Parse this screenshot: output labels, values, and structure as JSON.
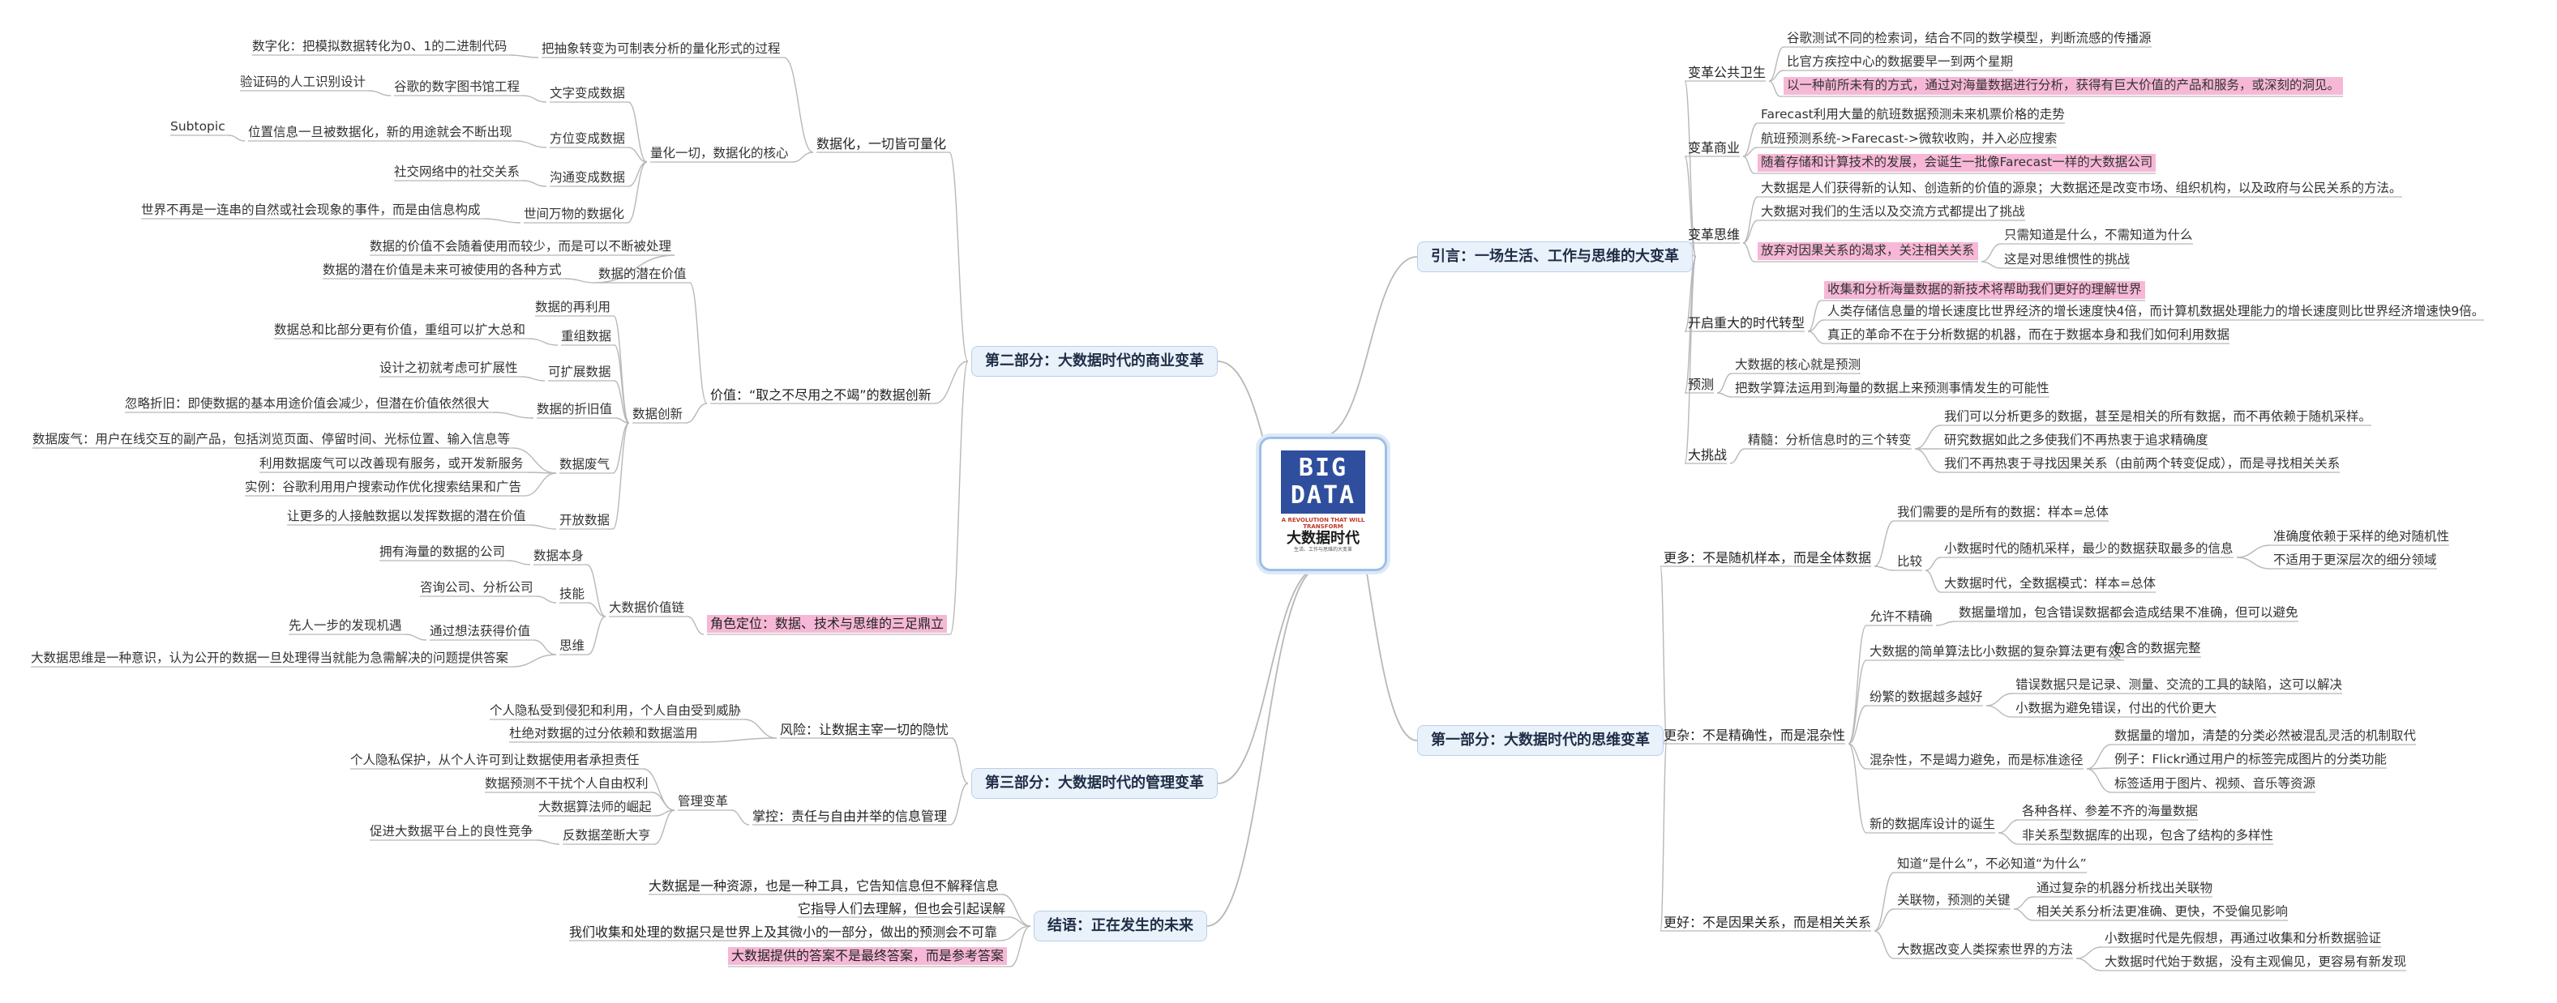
{
  "center": {
    "cover_big": "BIG DATA",
    "cover_tag": "A REVOLUTION THAT WILL TRANSFORM",
    "cover_title": "大数据时代",
    "cover_subtitle": "生活、工作与思维的大变革"
  },
  "main": {
    "intro": "引言：一场生活、工作与思维的大变革",
    "part1": "第一部分：大数据时代的思维变革",
    "part2": "第二部分：大数据时代的商业变革",
    "part3": "第三部分：大数据时代的管理变革",
    "ending": "结语：正在发生的未来"
  },
  "intro": {
    "health": "变革公共卫生",
    "health_1": "谷歌测试不同的检索词，结合不同的数学模型，判断流感的传播源",
    "health_2": "比官方疾控中心的数据要早一到两个星期",
    "health_3": "以一种前所未有的方式，通过对海量数据进行分析，获得有巨大价值的产品和服务，或深刻的洞见。",
    "business": "变革商业",
    "business_1": "Farecast利用大量的航班数据预测未来机票价格的走势",
    "business_2": "航班预测系统->Farecast->微软收购，并入必应搜索",
    "business_3": "随着存储和计算技术的发展，会诞生一批像Farecast一样的大数据公司",
    "thinking": "变革思维",
    "thinking_1": "大数据是人们获得新的认知、创造新的价值的源泉；大数据还是改变市场、组织机构，以及政府与公民关系的方法。",
    "thinking_2": "大数据对我们的生活以及交流方式都提出了挑战",
    "thinking_3": "放弃对因果关系的渴求，关注相关关系",
    "thinking_3a": "只需知道是什么，不需知道为什么",
    "thinking_3b": "这是对思维惯性的挑战",
    "era": "开启重大的时代转型",
    "era_1": "收集和分析海量数据的新技术将帮助我们更好的理解世界",
    "era_2": "人类存储信息量的增长速度比世界经济的增长速度快4倍，而计算机数据处理能力的增长速度则比世界经济增速快9倍。",
    "era_3": "真正的革命不在于分析数据的机器，而在于数据本身和我们如何利用数据",
    "predict": "预测",
    "predict_1": "大数据的核心就是预测",
    "predict_2": "把数学算法运用到海量的数据上来预测事情发生的可能性",
    "challenge": "大挑战",
    "challenge_sub": "精髓：分析信息时的三个转变",
    "challenge_1": "我们可以分析更多的数据，甚至是相关的所有数据，而不再依赖于随机采样。",
    "challenge_2": "研究数据如此之多使我们不再热衷于追求精确度",
    "challenge_3": "我们不再热衷于寻找因果关系（由前两个转变促成），而是寻找相关关系"
  },
  "part1": {
    "more": "更多：不是随机样本，而是全体数据",
    "more_1": "我们需要的是所有的数据：样本=总体",
    "compare": "比较",
    "compare_1": "小数据时代的随机采样，最少的数据获取最多的信息",
    "compare_1a": "准确度依赖于采样的绝对随机性",
    "compare_1b": "不适用于更深层次的细分领域",
    "compare_2": "大数据时代，全数据模式：样本=总体",
    "messy": "更杂：不是精确性，而是混杂性",
    "allow": "允许不精确",
    "allow_1": "数据量增加，包含错误数据都会造成结果不准确，但可以避免",
    "simple": "大数据的简单算法比小数据的复杂算法更有效",
    "simple_1": "包含的数据完整",
    "worse": "纷繁的数据越多越好",
    "worse_1": "错误数据只是记录、测量、交流的工具的缺陷，这可以解决",
    "worse_2": "小数据为避免错误，付出的代价更大",
    "mixed": "混杂性，不是竭力避免，而是标准途径",
    "mixed_1": "数据量的增加，清楚的分类必然被混乱灵活的机制取代",
    "mixed_2": "例子：Flickr通过用户的标签完成图片的分类功能",
    "mixed_3": "标签适用于图片、视频、音乐等资源",
    "db": "新的数据库设计的诞生",
    "db_1": "各种各样、参差不齐的海量数据",
    "db_2": "非关系型数据库的出现，包含了结构的多样性",
    "better": "更好：不是因果关系，而是相关关系",
    "better_1": "知道“是什么”，不必知道“为什么”",
    "key": "关联物，预测的关键",
    "key_1": "通过复杂的机器分析找出关联物",
    "key_2": "相关关系分析法更准确、更快，不受偏见影响",
    "change": "大数据改变人类探索世界的方法",
    "change_1": "小数据时代是先假想，再通过收集和分析数据验证",
    "change_2": "大数据时代始于数据，没有主观偏见，更容易有新发现"
  },
  "part2": {
    "quant": "数据化，一切皆可量化",
    "quant_sub": "把抽象转变为可制表分析的量化形式的过程",
    "quant_sub_1": "数字化：把模拟数据转化为0、1的二进制代码",
    "core": "量化一切，数据化的核心",
    "text": "文字变成数据",
    "text_1": "谷歌的数字图书馆工程",
    "text_1a": "验证码的人工识别设计",
    "pos": "方位变成数据",
    "pos_1": "位置信息一旦被数据化，新的用途就会不断出现",
    "pos_1a": "Subtopic",
    "comm": "沟通变成数据",
    "comm_1": "社交网络中的社交关系",
    "all": "世间万物的数据化",
    "all_1": "世界不再是一连串的自然或社会现象的事件，而是由信息构成",
    "value": "价值：“取之不尽用之不竭”的数据创新",
    "latent": "数据的潜在价值",
    "latent_1": "数据的价值不会随着使用而较少，而是可以不断被处理",
    "latent_2": "数据的潜在价值是未来可被使用的各种方式",
    "innov": "数据创新",
    "reuse": "数据的再利用",
    "recomb": "重组数据",
    "recomb_1": "数据总和比部分更有价值，重组可以扩大总和",
    "ext": "可扩展数据",
    "ext_1": "设计之初就考虑可扩展性",
    "dep": "数据的折旧值",
    "dep_1": "忽略折旧：即使数据的基本用途价值会减少，但潜在价值依然很大",
    "exhaust": "数据废气",
    "exhaust_1": "数据废气：用户在线交互的副产品，包括浏览页面、停留时间、光标位置、输入信息等",
    "exhaust_2": "利用数据废气可以改善现有服务，或开发新服务",
    "exhaust_3": "实例：谷歌利用用户搜索动作优化搜索结果和广告",
    "open": "开放数据",
    "open_1": "让更多的人接触数据以发挥数据的潜在价值",
    "role": "角色定位：数据、技术与思维的三足鼎立",
    "chain": "大数据价值链",
    "data": "数据本身",
    "data_1": "拥有海量的数据的公司",
    "skill": "技能",
    "skill_1": "咨询公司、分析公司",
    "mind": "思维",
    "mind_1": "通过想法获得价值",
    "mind_1a": "先人一步的发现机遇",
    "mind_2": "大数据思维是一种意识，认为公开的数据一旦处理得当就能为急需解决的问题提供答案"
  },
  "part3": {
    "risk": "风险：让数据主宰一切的隐忧",
    "risk_1": "个人隐私受到侵犯和利用，个人自由受到威胁",
    "risk_2": "杜绝对数据的过分依赖和数据滥用",
    "ctrl": "掌控：责任与自由并举的信息管理",
    "mgmt": "管理变革",
    "mgmt_1": "个人隐私保护，从个人许可到让数据使用者承担责任",
    "mgmt_2": "数据预测不干扰个人自由权利",
    "mgmt_3": "大数据算法师的崛起",
    "mgmt_4": "反数据垄断大亨",
    "mgmt_4a": "促进大数据平台上的良性竞争"
  },
  "ending": {
    "e1": "大数据是一种资源，也是一种工具，它告知信息但不解释信息",
    "e2": "它指导人们去理解，但也会引起误解",
    "e3": "我们收集和处理的数据只是世界上及其微小的一部分，做出的预测会不可靠",
    "e4": "大数据提供的答案不是最终答案，而是参考答案"
  },
  "colors": {
    "line": "#b8b8b8",
    "main_fill": "#e9f1fb",
    "main_border": "#b9cfea",
    "highlight": "#f6b8d6"
  }
}
